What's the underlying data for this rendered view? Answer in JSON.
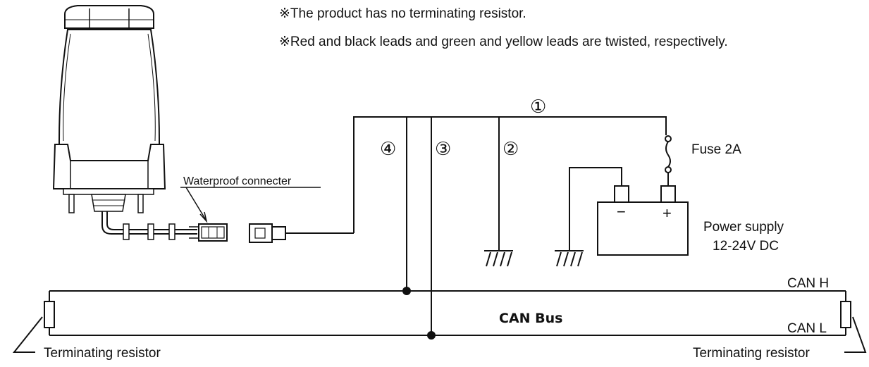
{
  "notes": {
    "line1": "※The product has no terminating resistor.",
    "line2": "※Red and black leads and green and yellow leads are twisted, respectively."
  },
  "connector": {
    "label": "Waterproof connecter"
  },
  "wires": {
    "n1": "①",
    "n2": "②",
    "n3": "③",
    "n4": "④"
  },
  "fuse": {
    "label": "Fuse 2A"
  },
  "power_supply": {
    "label_line1": "Power supply",
    "label_line2": "12-24V DC",
    "minus": "−",
    "plus": "+"
  },
  "bus": {
    "title": "CAN Bus",
    "can_h": "CAN H",
    "can_l": "CAN L"
  },
  "resistors": {
    "left_label": "Terminating resistor",
    "right_label": "Terminating resistor"
  },
  "icons": [
    "device-icon",
    "fuse-icon",
    "ground-icon",
    "battery-icon",
    "resistor-icon"
  ]
}
